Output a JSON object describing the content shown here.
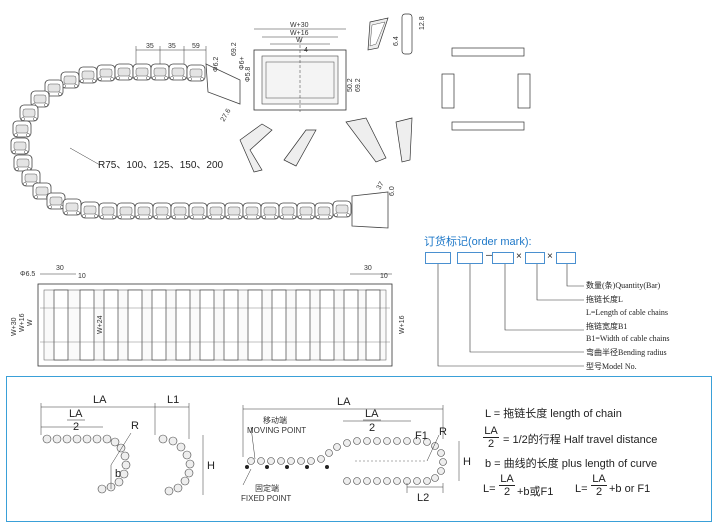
{
  "top_dims": {
    "d35a": "35",
    "d35b": "35",
    "d59": "59",
    "d69": "69.2",
    "d_phi": "Φ6.2",
    "d27": "27.6",
    "d60": "6.0",
    "d37": "37"
  },
  "radius_list": "R75、100、125、150、200",
  "cross_section": {
    "w30": "W+30",
    "w16": "W+16",
    "w": "W",
    "d4": "4",
    "d_phi_plus": "Φ6+",
    "fixed_hole": "Φ5.8",
    "h1": "50.2",
    "h2": "69.2"
  },
  "link_dims": {
    "d64": "6.4",
    "d128": "12.8"
  },
  "side_view": {
    "d_phi": "Φ6.5",
    "d30a": "30",
    "d10a": "10",
    "d30b": "30",
    "d10b": "10",
    "w30": "W+30",
    "w16a": "W+16",
    "w": "W",
    "w24": "W+24",
    "w16b": "W+16"
  },
  "order": {
    "title": "订货标记(order mark):",
    "sep_dash": "—",
    "sep_x1": "×",
    "sep_x2": "×",
    "quantity": "数量(条)Quantity(Bar)",
    "length_cn": "拖链长度L",
    "length_en": "L=Length of cable chains",
    "width_cn": "拖链宽度B1",
    "width_en": "B1=Width of cable chains",
    "radius": "弯曲半径Bending radius",
    "model": "型号Model No."
  },
  "bottom": {
    "la": "LA",
    "la2_num": "LA",
    "la2_den": "2",
    "l1": "L1",
    "r": "R",
    "b": "b",
    "h": "H",
    "move_cn": "移动端",
    "move_en": "MOVING POINT",
    "fixed_cn": "固定端",
    "fixed_en": "FIXED POINT",
    "la_b": "LA",
    "la2b_num": "LA",
    "la2b_den": "2",
    "f1": "F1",
    "r_b": "R",
    "h_b": "H",
    "l2": "L2",
    "leg_l": "L = 拖链长度  length of chain",
    "leg_la_num": "LA",
    "leg_la_den": "2",
    "leg_la_text": "= 1/2的行程  Half travel distance",
    "leg_b": "b  = 曲线的长度  plus length of curve",
    "f_l1": "L=",
    "f_num1": "LA",
    "f_den1": "2",
    "f_t1": "+b或F1",
    "f_l2": "L=",
    "f_num2": "LA",
    "f_den2": "2",
    "f_t2": "+b or F1"
  }
}
